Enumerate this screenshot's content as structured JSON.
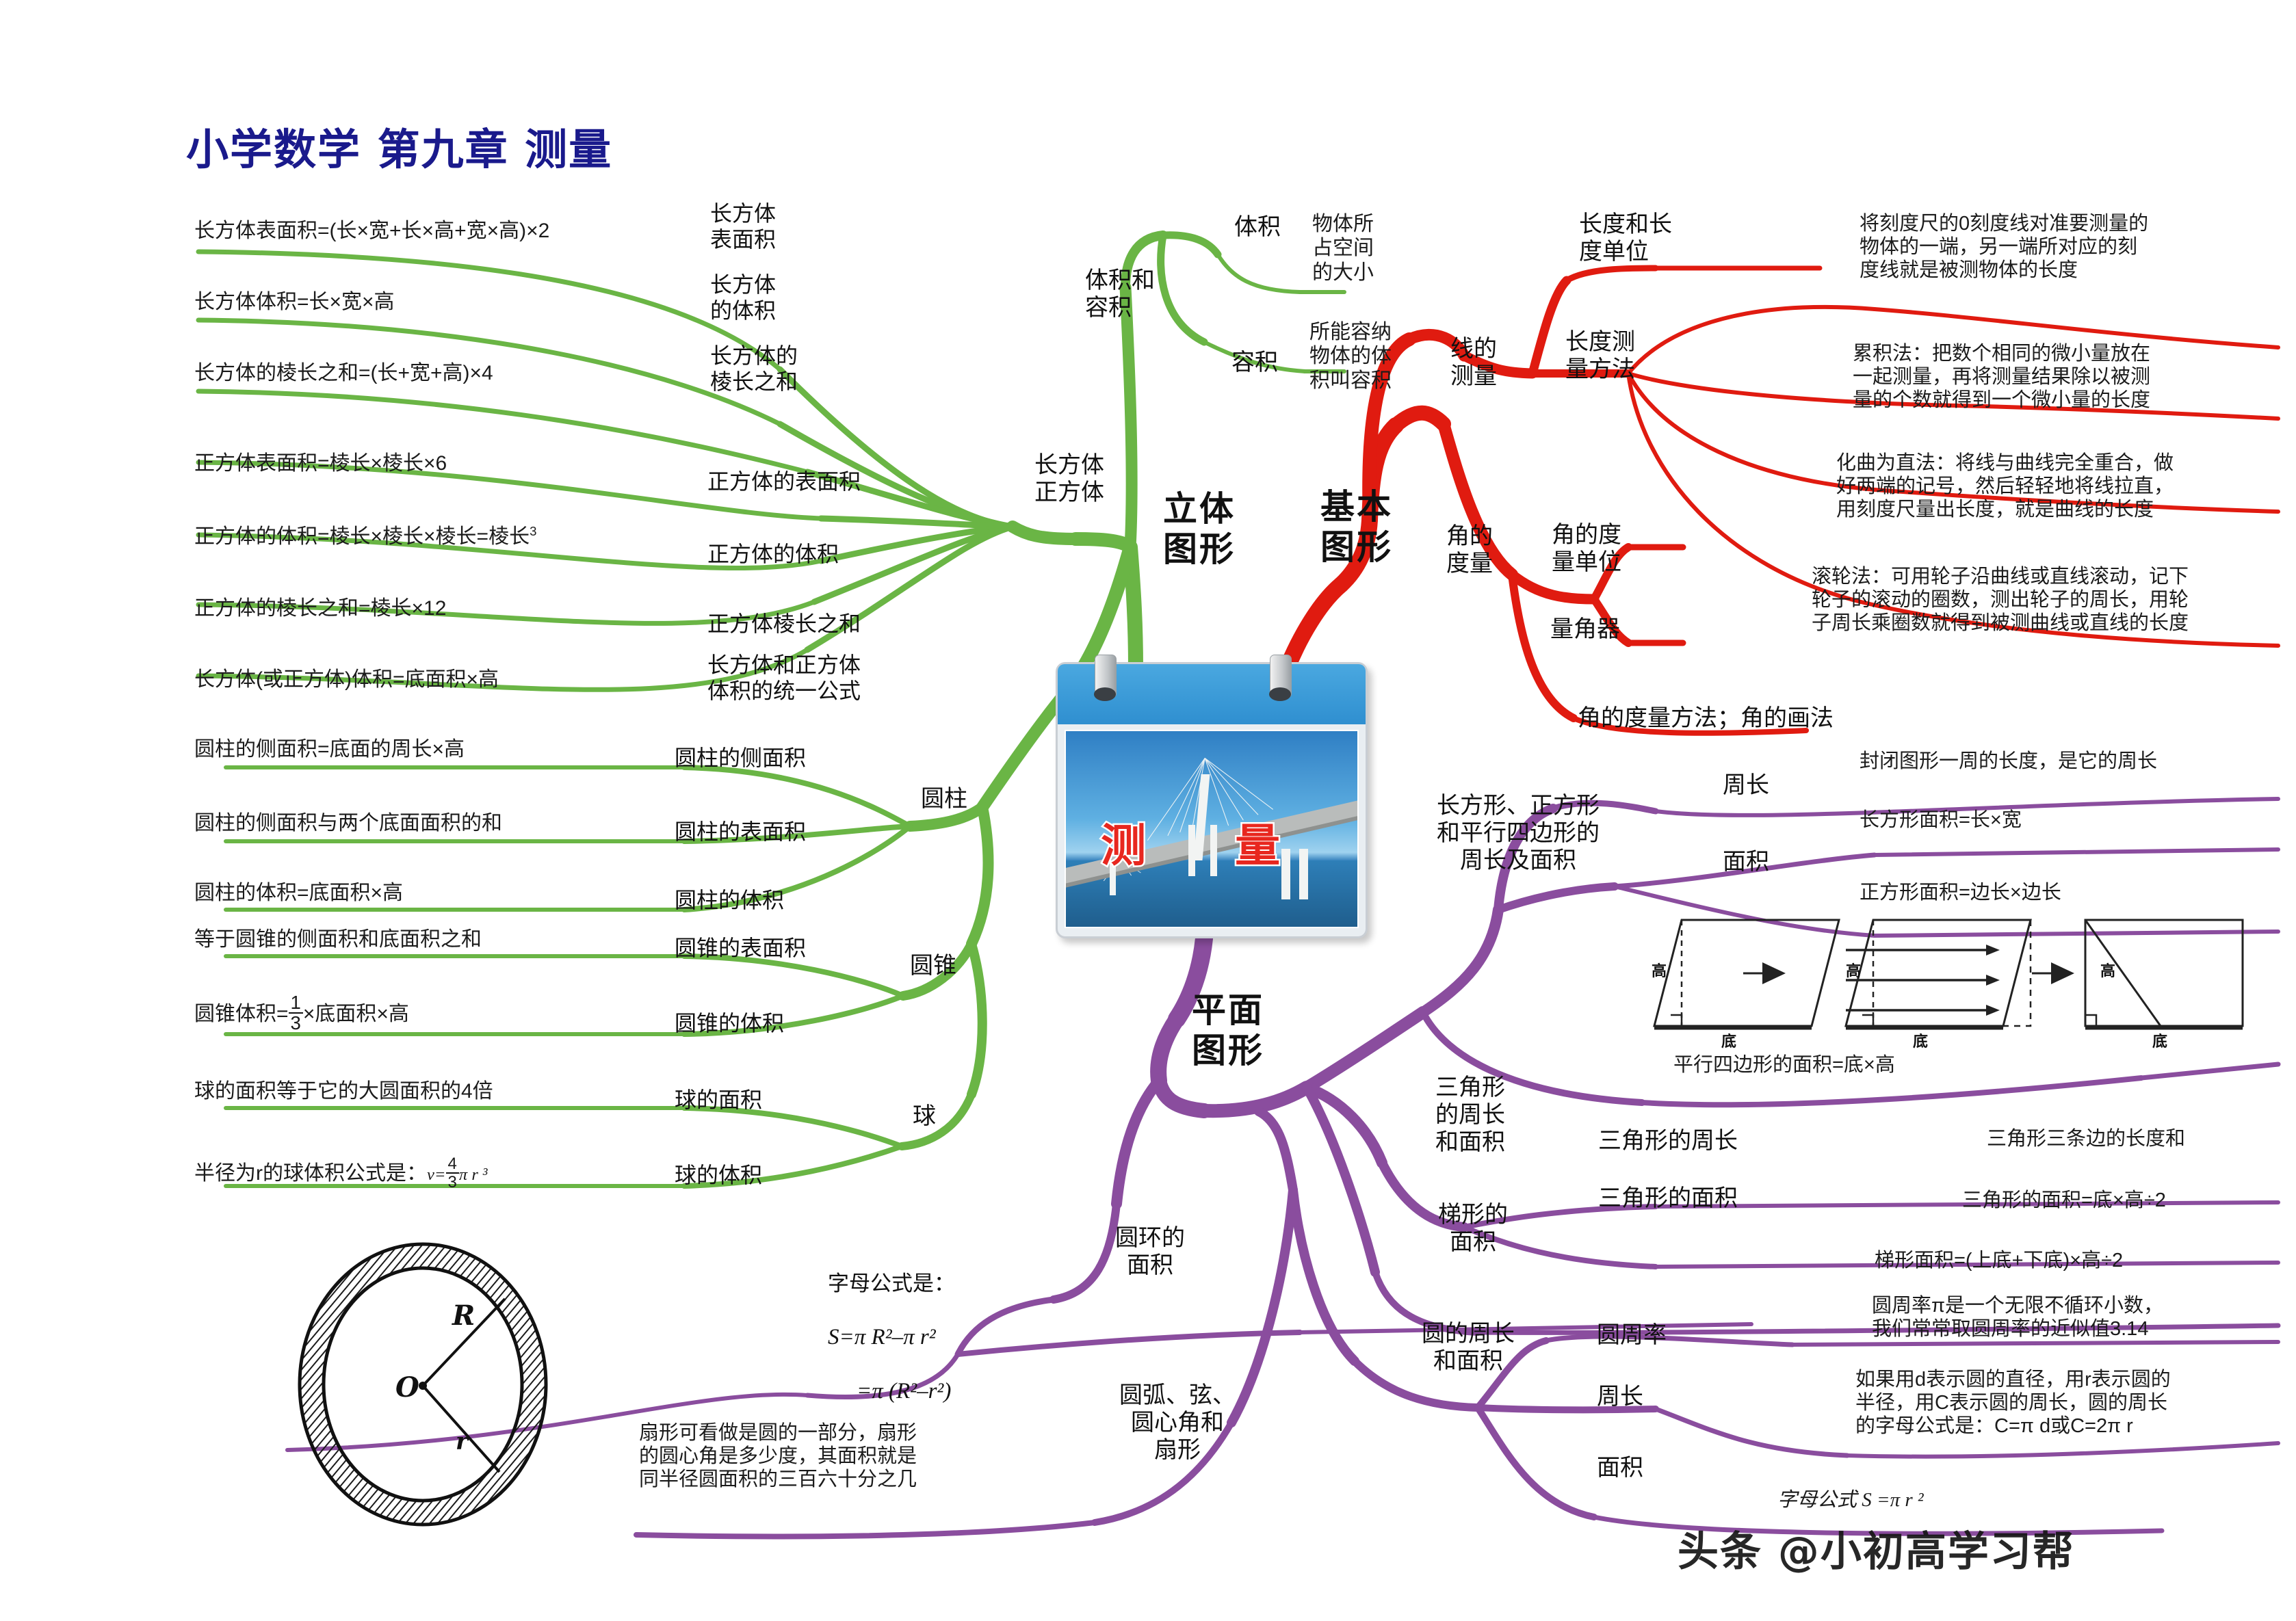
{
  "title": "小学数学   第九章   测量",
  "center_card": {
    "label_left": "测",
    "label_right": "量"
  },
  "watermark": "头条 @小初高学习帮",
  "colors": {
    "green": "#6ab545",
    "red": "#e01b10",
    "purple": "#8a4d9e",
    "title": "#1a1a8c"
  },
  "branches": {
    "solid": {
      "label": "立体\n图形",
      "volume_capacity": {
        "label": "体积和\n容积",
        "children": [
          {
            "label": "体积",
            "detail": "物体所\n占空间\n的大小"
          },
          {
            "label": "容积",
            "detail": "所能容纳\n物体的体\n积叫容积"
          }
        ]
      },
      "cuboid_cube": {
        "label": "长方体\n正方体",
        "items": [
          {
            "name": "长方体\n表面积",
            "formula": "长方体表面积=(长×宽+长×高+宽×高)×2"
          },
          {
            "name": "长方体\n的体积",
            "formula": "长方体体积=长×宽×高"
          },
          {
            "name": "长方体的\n棱长之和",
            "formula": "长方体的棱长之和=(长+宽+高)×4"
          },
          {
            "name": "正方体的表面积",
            "formula": "正方体表面积=棱长×棱长×6"
          },
          {
            "name": "正方体的体积",
            "formula": "正方体的体积=棱长×棱长×棱长=棱长³"
          },
          {
            "name": "正方体棱长之和",
            "formula": "正方体的棱长之和=棱长×12"
          },
          {
            "name": "长方体和正方体\n体积的统一公式",
            "formula": "长方体(或正方体)体积=底面积×高"
          }
        ]
      },
      "cylinder": {
        "label": "圆柱",
        "items": [
          {
            "name": "圆柱的侧面积",
            "formula": "圆柱的侧面积=底面的周长×高"
          },
          {
            "name": "圆柱的表面积",
            "formula": "圆柱的侧面积与两个底面面积的和"
          },
          {
            "name": "圆柱的体积",
            "formula": "圆柱的体积=底面积×高"
          }
        ]
      },
      "cone": {
        "label": "圆锥",
        "items": [
          {
            "name": "圆锥的表面积",
            "formula": "等于圆锥的侧面积和底面积之和"
          },
          {
            "name": "圆锥的体积",
            "formula_prefix": "圆锥体积=",
            "formula_num": "1",
            "formula_den": "3",
            "formula_suffix": "×底面积×高"
          }
        ]
      },
      "sphere": {
        "label": "球",
        "items": [
          {
            "name": "球的面积",
            "formula": "球的面积等于它的大圆面积的4倍"
          },
          {
            "name": "球的体积",
            "formula_prefix": "半径为r的球体积公式是：",
            "formula_v": "v=",
            "formula_num": "4",
            "formula_den": "3",
            "formula_suffix": "π r ³"
          }
        ]
      }
    },
    "basic": {
      "label": "基本\n图形",
      "line_measure": {
        "label": "线的\n测量",
        "children": [
          {
            "label": "长度和长\n度单位",
            "detail": ""
          },
          {
            "label": "长度测\n量方法",
            "details": [
              "将刻度尺的0刻度线对准要测量的\n物体的一端，另一端所对应的刻\n度线就是被测物体的长度",
              "累积法：把数个相同的微小量放在\n一起测量，再将测量结果除以被测\n量的个数就得到一个微小量的长度",
              "化曲为直法：将线与曲线完全重合，做\n好两端的记号，然后轻轻地将线拉直，\n用刻度尺量出长度，就是曲线的长度",
              "滚轮法：可用轮子沿曲线或直线滚动，记下\n轮子的滚动的圈数，测出轮子的周长，用轮\n子周长乘圈数就得到被测曲线或直线的长度"
            ]
          }
        ]
      },
      "angle_measure": {
        "label": "角的\n度量",
        "children": [
          {
            "label": "角的度\n量单位"
          },
          {
            "label": "量角器"
          },
          {
            "label": "角的度量方法；角的画法"
          }
        ]
      }
    },
    "plane": {
      "label": "平面\n图形",
      "groups": [
        {
          "label": "长方形、正方形\n和平行四边形的\n周长及面积",
          "subs": [
            {
              "name": "周长",
              "leaves": [
                "封闭图形一周的长度，是它的周长"
              ]
            },
            {
              "name": "面积",
              "leaves": [
                "长方形面积=长×宽",
                "正方形面积=边长×边长"
              ]
            }
          ],
          "figure_caption": "平行四边形的面积=底×高",
          "figure_labels": {
            "height": "高",
            "base": "底"
          }
        },
        {
          "label": "三角形\n的周长\n和面积",
          "subs": [
            {
              "name": "三角形的周长",
              "leaves": [
                "三角形三条边的长度和"
              ]
            },
            {
              "name": "三角形的面积",
              "leaves": [
                "三角形的面积=底×高÷2"
              ]
            }
          ]
        },
        {
          "label": "梯形的\n面积",
          "subs": [],
          "leaves": [
            "梯形面积=(上底+下底)×高÷2"
          ]
        },
        {
          "label": "圆的周长\n和面积",
          "subs": [
            {
              "name": "圆周率",
              "leaves": [
                "圆周率π是一个无限不循环小数，\n我们常常取圆周率的近似值3.14"
              ]
            },
            {
              "name": "周长",
              "leaves": [
                "如果用d表示圆的直径，用r表示圆的\n半径，用C表示圆的周长，圆的周长\n的字母公式是：C=π d或C=2π r"
              ]
            },
            {
              "name": "面积",
              "leaves": [
                "字母公式 S =π r ²"
              ]
            }
          ]
        },
        {
          "label": "圆环的\n面积",
          "leaves_formula": {
            "head": "字母公式是：",
            "l1": "S=π R²–π r²",
            "l2": "=π (R²–r²)"
          },
          "figure_labels": {
            "R": "R",
            "r": "r",
            "O": "O"
          }
        },
        {
          "label": "圆弧、弦、\n圆心角和\n扇形",
          "leaves": [
            "扇形可看做是圆的一部分，扇形\n的圆心角是多少度，其面积就是\n同半径圆面积的三百六十分之几"
          ]
        }
      ]
    }
  }
}
